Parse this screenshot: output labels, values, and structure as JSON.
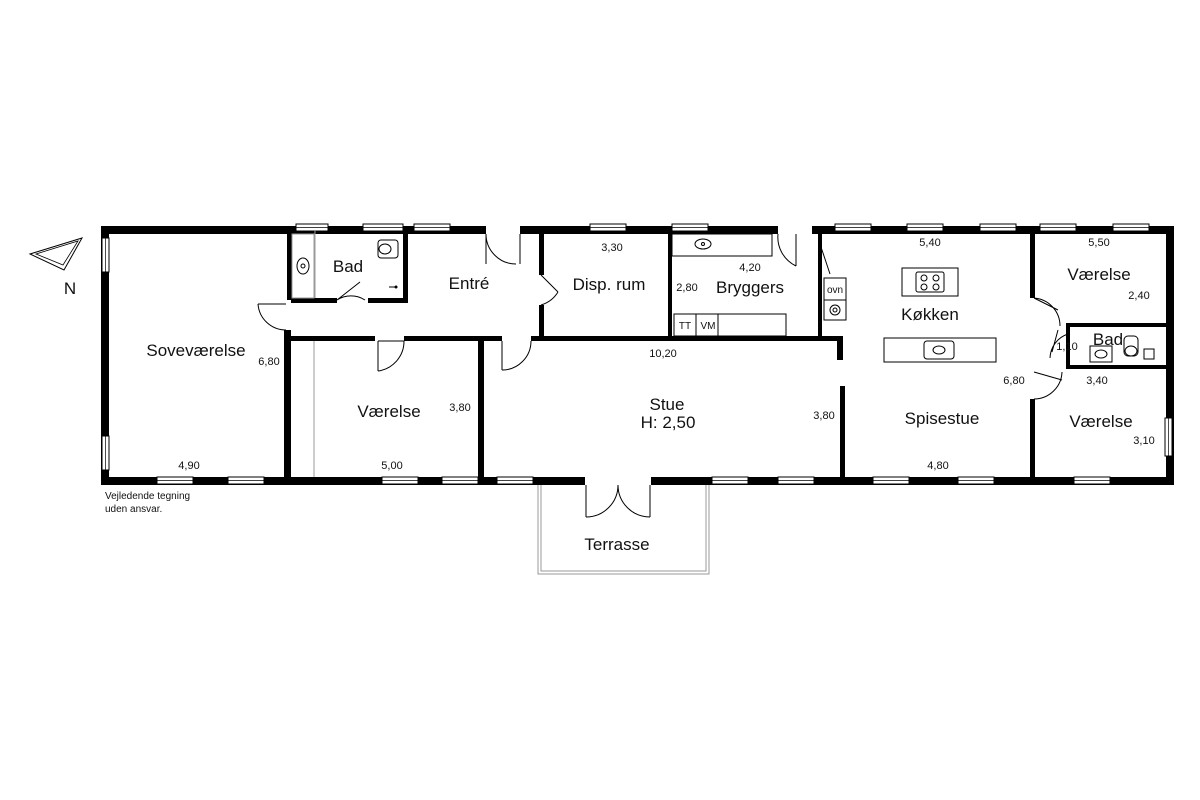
{
  "rooms": {
    "sovevaerelse": "Soveværelse",
    "bad_west": "Bad",
    "entre": "Entré",
    "disp_rum": "Disp. rum",
    "bryggers": "Bryggers",
    "koekken": "Køkken",
    "vaerelse_ne": "Værelse",
    "bad_east": "Bad",
    "vaerelse_mid": "Værelse",
    "stue": "Stue",
    "stue_height": "H: 2,50",
    "spisestue": "Spisestue",
    "vaerelse_se": "Værelse",
    "terrasse": "Terrasse"
  },
  "dimensions": {
    "sove_height": "6,80",
    "sove_width": "4,90",
    "disp_width": "3,30",
    "disp_depth": "2,80",
    "bryg_width": "4,20",
    "koek_width": "5,40",
    "vne_width": "5,50",
    "vne_depth": "2,40",
    "bad_e_depth": "1,10",
    "vse_width": "3,40",
    "koek_spise_depth": "6,80",
    "vmid_depth": "3,80",
    "vmid_width": "5,00",
    "hall_length": "10,20",
    "stue_depth": "3,80",
    "spise_width": "4,80",
    "vse_depth": "3,10"
  },
  "fixtures": {
    "tumble_dryer": "TT",
    "washing_machine": "VM",
    "oven": "ovn"
  },
  "compass": {
    "north": "N"
  },
  "disclaimer": {
    "line1": "Vejledende tegning",
    "line2": "uden ansvar."
  }
}
